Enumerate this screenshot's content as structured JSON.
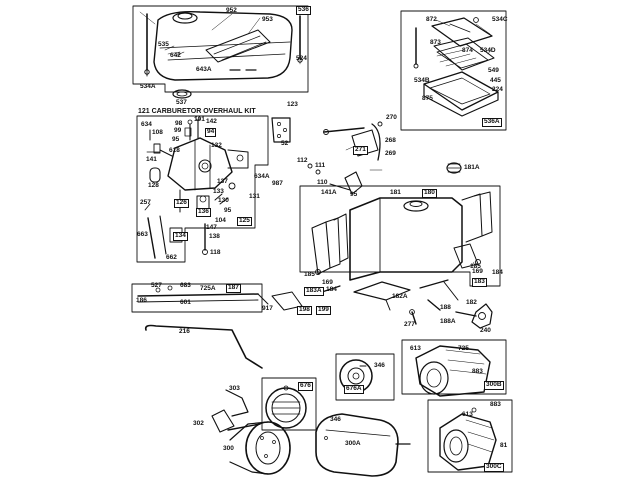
{
  "kit_title": "121 CARBURETOR OVERHAUL KIT",
  "part_labels": [
    {
      "id": "536",
      "text": "536",
      "boxed": true
    },
    {
      "id": "952",
      "text": "952"
    },
    {
      "id": "953",
      "text": "953"
    },
    {
      "id": "535",
      "text": "535"
    },
    {
      "id": "642",
      "text": "642"
    },
    {
      "id": "643A",
      "text": "643A"
    },
    {
      "id": "524",
      "text": "524"
    },
    {
      "id": "534A",
      "text": "534A"
    },
    {
      "id": "537",
      "text": "537"
    },
    {
      "id": "123",
      "text": "123"
    },
    {
      "id": "872",
      "text": "872"
    },
    {
      "id": "534C",
      "text": "534C"
    },
    {
      "id": "873",
      "text": "873"
    },
    {
      "id": "874",
      "text": "874"
    },
    {
      "id": "534D",
      "text": "534D"
    },
    {
      "id": "549",
      "text": "549"
    },
    {
      "id": "534B",
      "text": "534B"
    },
    {
      "id": "445",
      "text": "445"
    },
    {
      "id": "224",
      "text": "224"
    },
    {
      "id": "875",
      "text": "875"
    },
    {
      "id": "536A",
      "text": "536A",
      "boxed": true
    },
    {
      "id": "634",
      "text": "634"
    },
    {
      "id": "98",
      "text": "98"
    },
    {
      "id": "101",
      "text": "101"
    },
    {
      "id": "142",
      "text": "142"
    },
    {
      "id": "108",
      "text": "108"
    },
    {
      "id": "99",
      "text": "99"
    },
    {
      "id": "94",
      "text": "94",
      "boxed": true
    },
    {
      "id": "95a",
      "text": "95"
    },
    {
      "id": "132",
      "text": "132"
    },
    {
      "id": "52",
      "text": "52"
    },
    {
      "id": "618",
      "text": "618"
    },
    {
      "id": "141",
      "text": "141"
    },
    {
      "id": "137",
      "text": "137"
    },
    {
      "id": "634A",
      "text": "634A"
    },
    {
      "id": "987",
      "text": "987"
    },
    {
      "id": "128",
      "text": "128"
    },
    {
      "id": "133",
      "text": "133"
    },
    {
      "id": "131",
      "text": "131"
    },
    {
      "id": "126",
      "text": "126",
      "boxed": true
    },
    {
      "id": "130",
      "text": "130"
    },
    {
      "id": "136",
      "text": "136",
      "boxed": true
    },
    {
      "id": "95b",
      "text": "95"
    },
    {
      "id": "257",
      "text": "257"
    },
    {
      "id": "104",
      "text": "104"
    },
    {
      "id": "125",
      "text": "125",
      "boxed": true
    },
    {
      "id": "147",
      "text": "147"
    },
    {
      "id": "663",
      "text": "663"
    },
    {
      "id": "134",
      "text": "134",
      "boxed": true
    },
    {
      "id": "138",
      "text": "138"
    },
    {
      "id": "118",
      "text": "118"
    },
    {
      "id": "662",
      "text": "662"
    },
    {
      "id": "270",
      "text": "270"
    },
    {
      "id": "268",
      "text": "268"
    },
    {
      "id": "271",
      "text": "271",
      "boxed": true
    },
    {
      "id": "269",
      "text": "269"
    },
    {
      "id": "112",
      "text": "112"
    },
    {
      "id": "111",
      "text": "111"
    },
    {
      "id": "110",
      "text": "110"
    },
    {
      "id": "141A",
      "text": "141A"
    },
    {
      "id": "95c",
      "text": "95"
    },
    {
      "id": "181A",
      "text": "181A"
    },
    {
      "id": "181",
      "text": "181"
    },
    {
      "id": "180",
      "text": "180",
      "boxed": true
    },
    {
      "id": "185a",
      "text": "185"
    },
    {
      "id": "169a",
      "text": "169"
    },
    {
      "id": "184a",
      "text": "184"
    },
    {
      "id": "183",
      "text": "183",
      "boxed": true
    },
    {
      "id": "185b",
      "text": "185"
    },
    {
      "id": "169b",
      "text": "169"
    },
    {
      "id": "184b",
      "text": "184"
    },
    {
      "id": "183A",
      "text": "183A",
      "boxed": true
    },
    {
      "id": "182A",
      "text": "182A"
    },
    {
      "id": "182",
      "text": "182"
    },
    {
      "id": "527",
      "text": "527"
    },
    {
      "id": "683",
      "text": "683"
    },
    {
      "id": "725A",
      "text": "725A"
    },
    {
      "id": "187",
      "text": "187",
      "boxed": true
    },
    {
      "id": "186",
      "text": "186"
    },
    {
      "id": "601",
      "text": "601"
    },
    {
      "id": "917",
      "text": "917"
    },
    {
      "id": "198",
      "text": "198",
      "boxed": true
    },
    {
      "id": "199",
      "text": "199",
      "boxed": true
    },
    {
      "id": "188",
      "text": "188"
    },
    {
      "id": "277",
      "text": "277"
    },
    {
      "id": "188A",
      "text": "188A"
    },
    {
      "id": "240",
      "text": "240"
    },
    {
      "id": "216",
      "text": "216"
    },
    {
      "id": "613a",
      "text": "613"
    },
    {
      "id": "725",
      "text": "725"
    },
    {
      "id": "346a",
      "text": "346"
    },
    {
      "id": "883a",
      "text": "883"
    },
    {
      "id": "676A",
      "text": "676A",
      "boxed": true
    },
    {
      "id": "300B",
      "text": "300B",
      "boxed": true
    },
    {
      "id": "303",
      "text": "303"
    },
    {
      "id": "676",
      "text": "676",
      "boxed": true
    },
    {
      "id": "883b",
      "text": "883"
    },
    {
      "id": "346b",
      "text": "346"
    },
    {
      "id": "613b",
      "text": "613"
    },
    {
      "id": "302",
      "text": "302"
    },
    {
      "id": "300A",
      "text": "300A"
    },
    {
      "id": "300",
      "text": "300"
    },
    {
      "id": "81",
      "text": "81"
    },
    {
      "id": "300C",
      "text": "300C",
      "boxed": true
    }
  ]
}
